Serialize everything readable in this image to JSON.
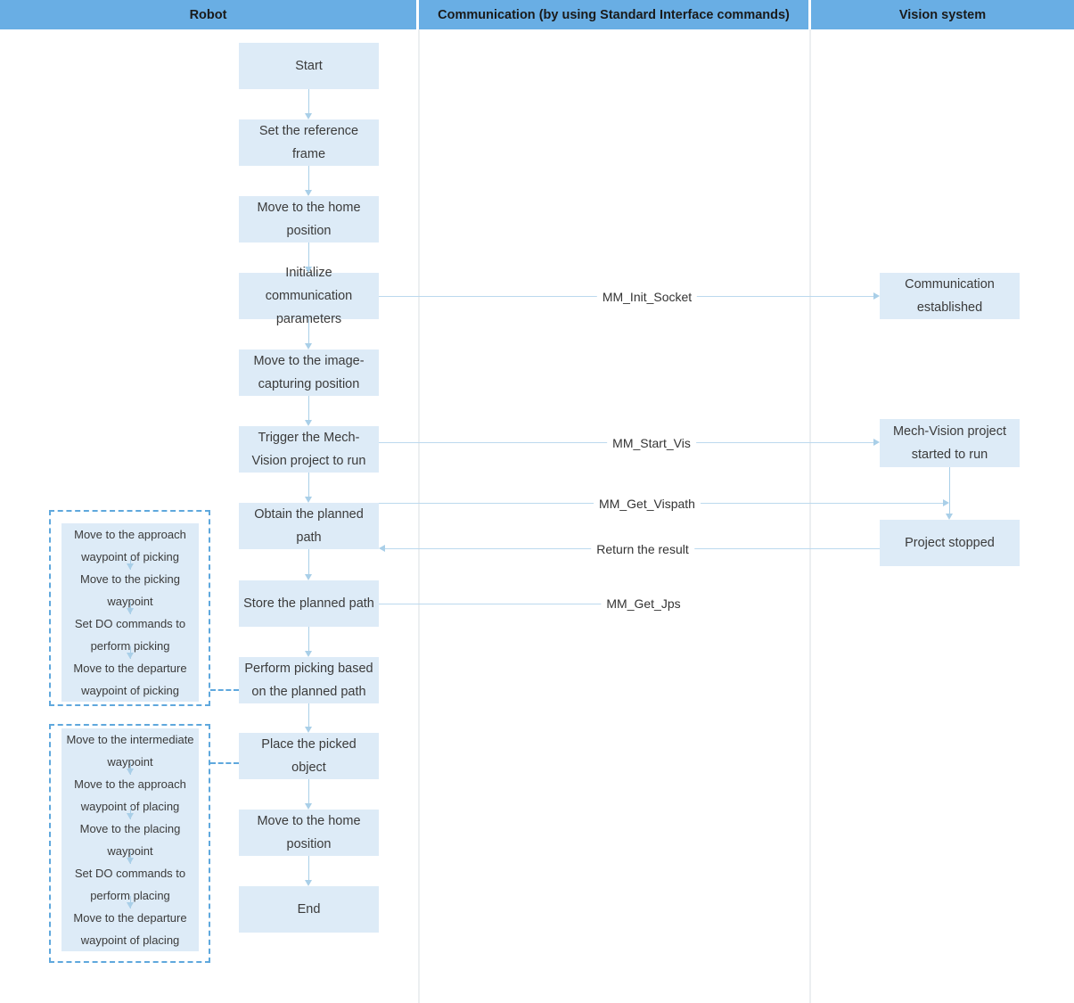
{
  "header": {
    "lanes": [
      {
        "id": "robot",
        "label": "Robot"
      },
      {
        "id": "communication",
        "label": "Communication (by using Standard Interface commands)"
      },
      {
        "id": "vision",
        "label": "Vision system"
      }
    ]
  },
  "colors": {
    "header_band": "#69aee4",
    "box_fill": "#ddebf7",
    "connector": "#a9cfe8",
    "dashed_frame": "#5fa8dd",
    "lane_divider": "#eceff1",
    "text": "#3b3b3b"
  },
  "robot_flow": {
    "steps": [
      {
        "id": "start",
        "label": "Start"
      },
      {
        "id": "set-reference-frame",
        "label": "Set the reference frame"
      },
      {
        "id": "move-home-1",
        "label": "Move to the home position"
      },
      {
        "id": "init-communication",
        "label": "Initialize communication parameters"
      },
      {
        "id": "move-image-capture",
        "label": "Move to the image-capturing position"
      },
      {
        "id": "trigger-mech-vision",
        "label": "Trigger the Mech-Vision project to run"
      },
      {
        "id": "obtain-planned-path",
        "label": "Obtain the planned path"
      },
      {
        "id": "store-planned-path",
        "label": "Store the planned path"
      },
      {
        "id": "perform-picking",
        "label": "Perform picking based on the planned path"
      },
      {
        "id": "place-picked-object",
        "label": "Place the picked object"
      },
      {
        "id": "move-home-2",
        "label": "Move to the home position"
      },
      {
        "id": "end",
        "label": "End"
      }
    ]
  },
  "vision_flow": {
    "steps": [
      {
        "id": "communication-established",
        "label": "Communication established"
      },
      {
        "id": "mech-vision-started",
        "label": "Mech-Vision project started to run"
      },
      {
        "id": "project-stopped",
        "label": "Project stopped"
      }
    ]
  },
  "messages": [
    {
      "id": "mm-init-socket",
      "label": "MM_Init_Socket",
      "direction": "right"
    },
    {
      "id": "mm-start-vis",
      "label": "MM_Start_Vis",
      "direction": "right"
    },
    {
      "id": "mm-get-vispath",
      "label": "MM_Get_Vispath",
      "direction": "right"
    },
    {
      "id": "return-the-result",
      "label": "Return the result",
      "direction": "left"
    },
    {
      "id": "mm-get-jps",
      "label": "MM_Get_Jps",
      "direction": "right"
    }
  ],
  "picking_group": {
    "id": "picking-detail-group",
    "steps": [
      {
        "id": "picking-approach",
        "label": "Move to the approach waypoint of picking"
      },
      {
        "id": "picking-waypoint",
        "label": "Move to the picking waypoint"
      },
      {
        "id": "picking-do",
        "label": "Set DO commands to perform picking"
      },
      {
        "id": "picking-departure",
        "label": "Move to the departure waypoint of picking"
      }
    ]
  },
  "placing_group": {
    "id": "placing-detail-group",
    "steps": [
      {
        "id": "placing-intermediate",
        "label": "Move to the intermediate waypoint"
      },
      {
        "id": "placing-approach",
        "label": "Move to the approach waypoint of placing"
      },
      {
        "id": "placing-waypoint",
        "label": "Move to the placing waypoint"
      },
      {
        "id": "placing-do",
        "label": "Set DO commands to perform placing"
      },
      {
        "id": "placing-departure",
        "label": "Move to the departure waypoint of placing"
      }
    ]
  }
}
